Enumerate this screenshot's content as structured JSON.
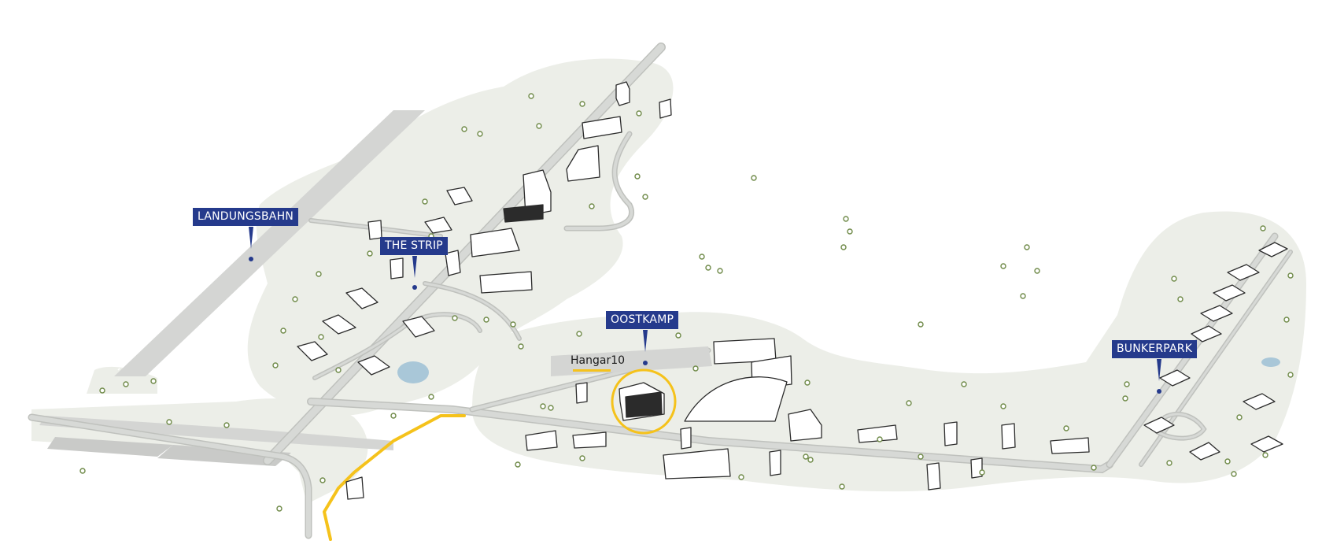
{
  "map": {
    "colors": {
      "land": "#eceee8",
      "road": "#d7d9d6",
      "road_edge": "#bfc1bd",
      "runway": "#d4d5d3",
      "route": "#f5c21b",
      "marker": "#253a8c",
      "water": "#a9c7d8",
      "tree": "#6f8a48",
      "building_outline": "#2b2b2b",
      "building_fill": "#ffffff"
    },
    "markers": [
      {
        "id": "landungsbahn",
        "label": "LANDUNGSBAHN"
      },
      {
        "id": "the-strip",
        "label": "THE STRIP"
      },
      {
        "id": "oostkamp",
        "label": "OOSTKAMP"
      },
      {
        "id": "bunkerpark",
        "label": "BUNKERPARK"
      }
    ],
    "highlight": {
      "label": "Hangar10",
      "icon": "circle-highlight"
    }
  }
}
